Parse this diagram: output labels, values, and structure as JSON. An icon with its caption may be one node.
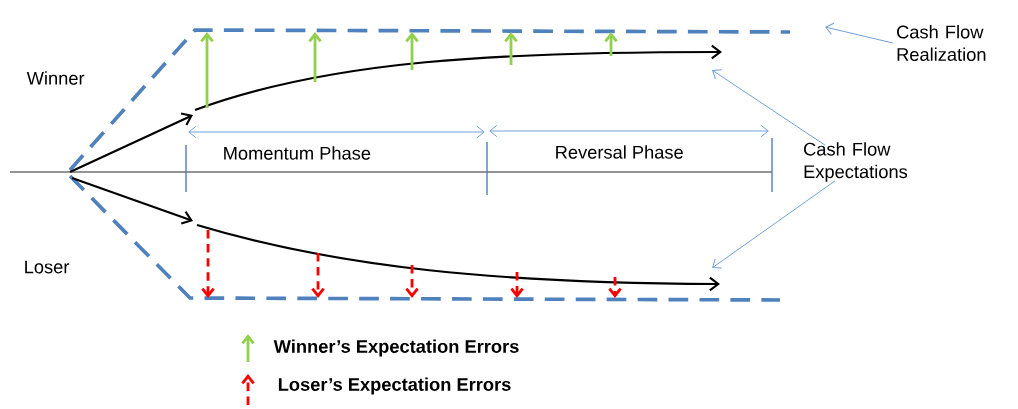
{
  "diagram": {
    "nodes": [
      {
        "text": [
          "Cash Flow Realization"
        ]
      },
      {
        "text": [
          "Cash Flow Expectations"
        ]
      }
    ],
    "edges": [
      {
        "from": 0,
        "to": null,
        "arrow": "to"
      },
      {
        "from": 1,
        "to": null,
        "arrow": "to"
      },
      {
        "from": 1,
        "to": null,
        "arrow": "to"
      }
    ],
    "labels": [
      "Winner",
      "Momentum Phase",
      "Reversal Phase",
      "Loser"
    ],
    "legend": [
      {
        "text": "Winner’s Expectation Errors"
      },
      {
        "text": "Loser’s Expectation Errors"
      }
    ]
  }
}
